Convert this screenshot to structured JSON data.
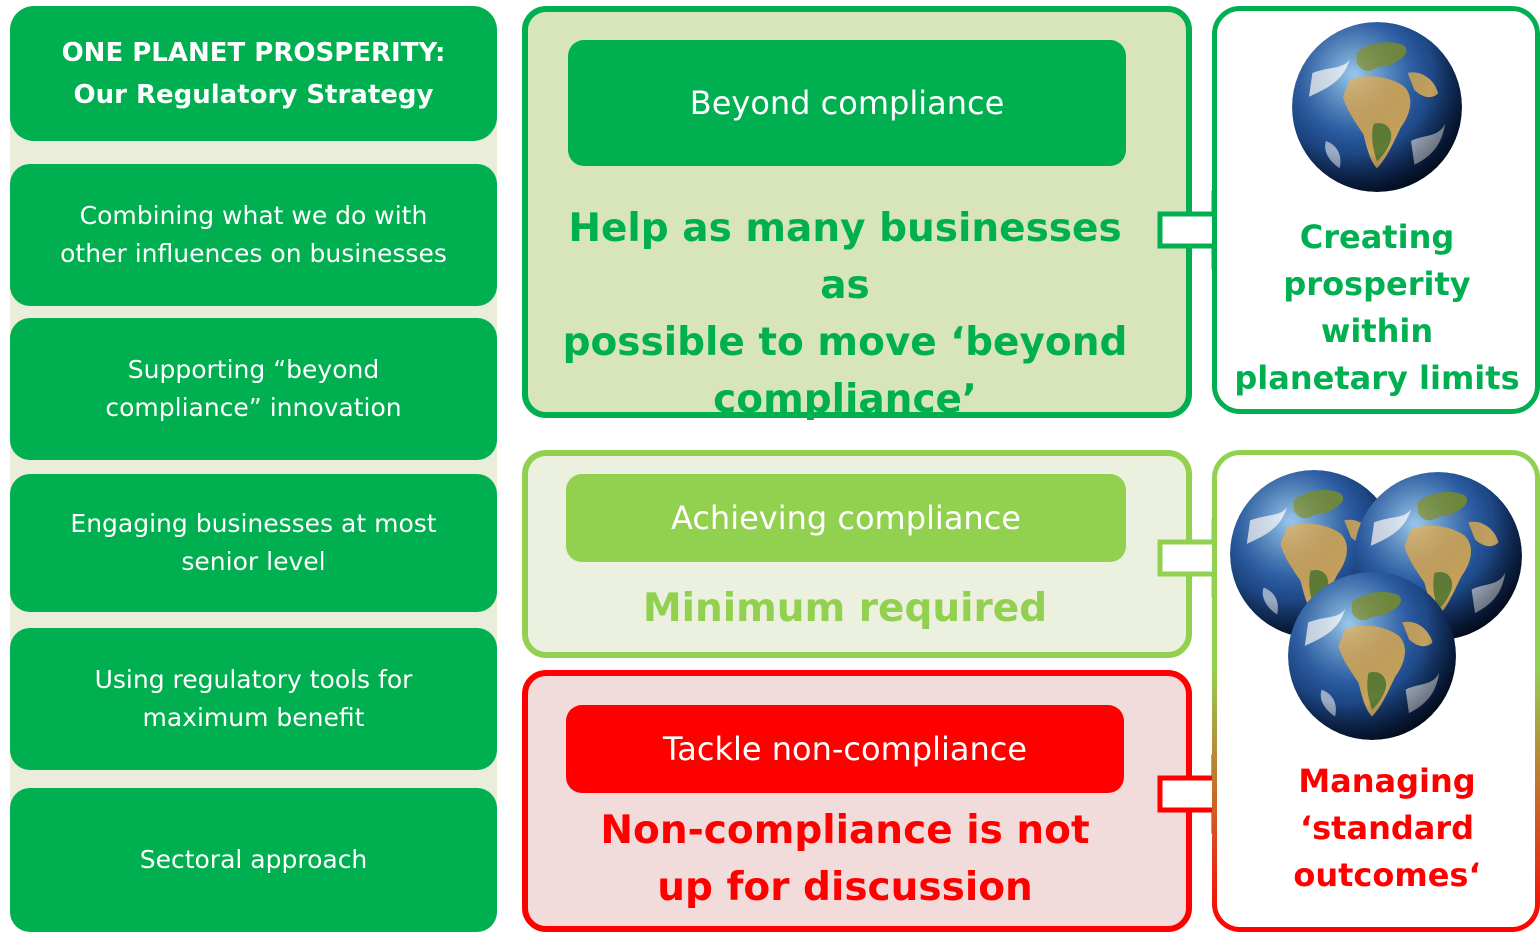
{
  "strategy": {
    "title": "ONE PLANET PROSPERITY:\nOur Regulatory Strategy",
    "items": [
      "Combining what we do with\nother influences on businesses",
      "Supporting “beyond\ncompliance” innovation",
      "Engaging businesses at most\nsenior level",
      "Using regulatory tools for\nmaximum benefit",
      "Sectoral approach"
    ]
  },
  "tiers": {
    "beyond": {
      "heading": "Beyond compliance",
      "text": "Help as many businesses as\npossible to move ‘beyond\ncompliance’",
      "color": "#00b050"
    },
    "achieving": {
      "heading": "Achieving compliance",
      "text": "Minimum  required",
      "color": "#92d050"
    },
    "tackle": {
      "heading": "Tackle non-compliance",
      "text": "Non-compliance  is not\nup for discussion",
      "color": "#ff0000"
    }
  },
  "outcomes": {
    "top": "Creating\nprosperity\nwithin\nplanetary limits",
    "bottom": "Managing\n‘standard\noutcomes‘"
  },
  "icons": [
    "globe-icon",
    "arrow-right-icon"
  ]
}
